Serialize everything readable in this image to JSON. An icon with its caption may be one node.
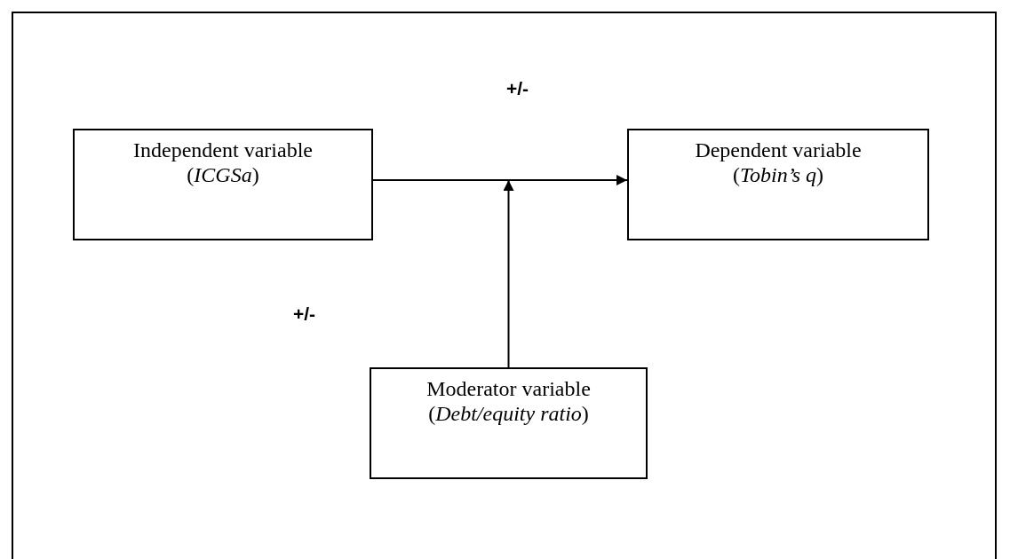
{
  "diagram": {
    "nodes": [
      {
        "text": [
          "Independent variable (*ICGSa*)"
        ]
      },
      {
        "text": [
          "Dependent variable (*Tobin’s q*)"
        ]
      },
      {
        "text": [
          "Moderator variable (*Debt/equity ratio*)"
        ]
      }
    ],
    "edges": [
      {
        "from": 0,
        "to": 1,
        "arrow": "to"
      },
      {
        "from": 2,
        "to": null,
        "arrow": "to"
      }
    ],
    "labels": [
      "+/-",
      "+/-"
    ]
  }
}
